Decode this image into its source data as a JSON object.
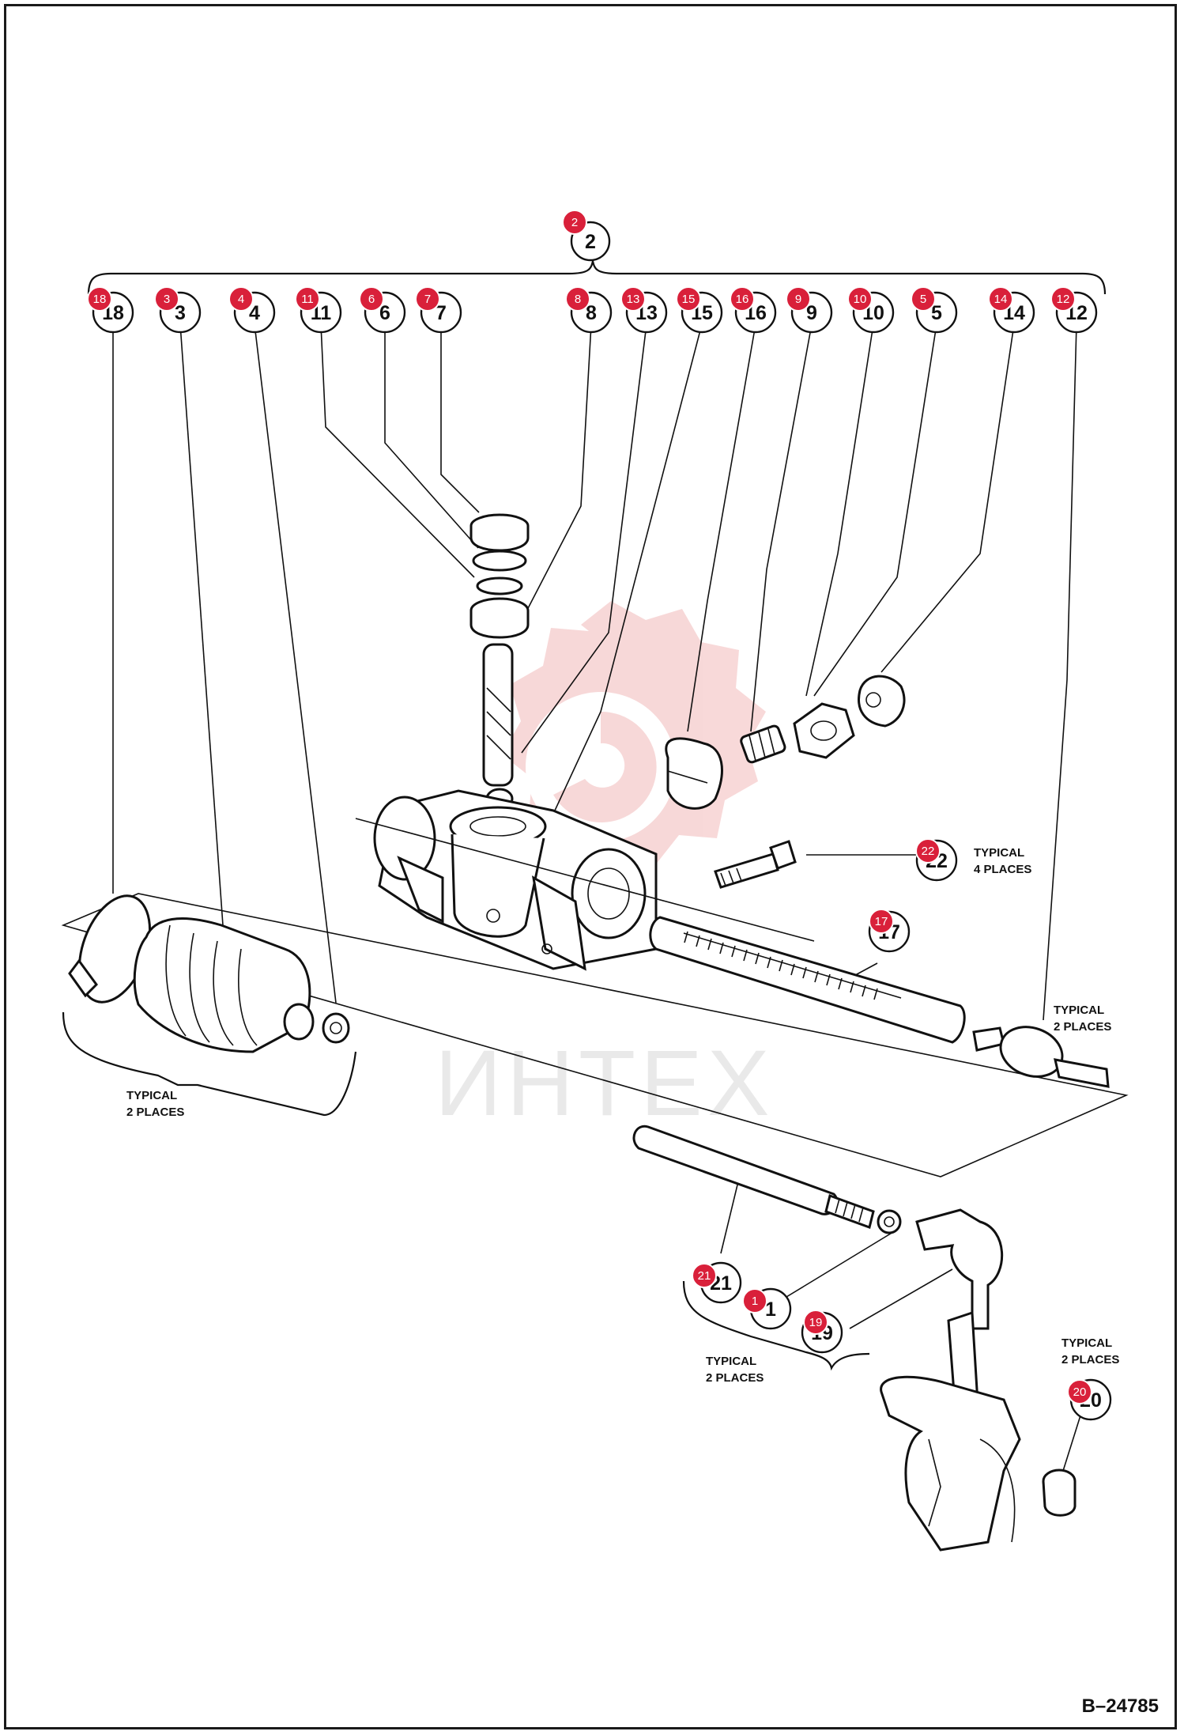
{
  "figure_id": "B–24785",
  "watermark_text": "ИНТЕХ",
  "assembly_callout": {
    "number": "2",
    "marker": "2"
  },
  "callouts": [
    {
      "number": "18",
      "marker": "18"
    },
    {
      "number": "3",
      "marker": "3"
    },
    {
      "number": "4",
      "marker": "4"
    },
    {
      "number": "11",
      "marker": "11"
    },
    {
      "number": "6",
      "marker": "6"
    },
    {
      "number": "7",
      "marker": "7"
    },
    {
      "number": "8",
      "marker": "8"
    },
    {
      "number": "13",
      "marker": "13"
    },
    {
      "number": "15",
      "marker": "15"
    },
    {
      "number": "16",
      "marker": "16"
    },
    {
      "number": "9",
      "marker": "9"
    },
    {
      "number": "10",
      "marker": "10"
    },
    {
      "number": "5",
      "marker": "5"
    },
    {
      "number": "14",
      "marker": "14"
    },
    {
      "number": "12",
      "marker": "12"
    }
  ],
  "lower_callouts": [
    {
      "number": "22",
      "marker": "22"
    },
    {
      "number": "17",
      "marker": "17"
    },
    {
      "number": "21",
      "marker": "21"
    },
    {
      "number": "1",
      "marker": "1"
    },
    {
      "number": "19",
      "marker": "19"
    },
    {
      "number": "20",
      "marker": "20"
    }
  ],
  "notes": {
    "typical_4": [
      "TYPICAL",
      "4 PLACES"
    ],
    "typical_2_tie_rod_end": [
      "TYPICAL",
      "2 PLACES"
    ],
    "typical_2_boot": [
      "TYPICAL",
      "2 PLACES"
    ],
    "typical_2_tie_rod": [
      "TYPICAL",
      "2 PLACES"
    ],
    "typical_2_nut": [
      "TYPICAL",
      "2 PLACES"
    ]
  },
  "colors": {
    "marker": "#d9203a",
    "ink": "#111111",
    "watermark": "#f2b9b9"
  }
}
